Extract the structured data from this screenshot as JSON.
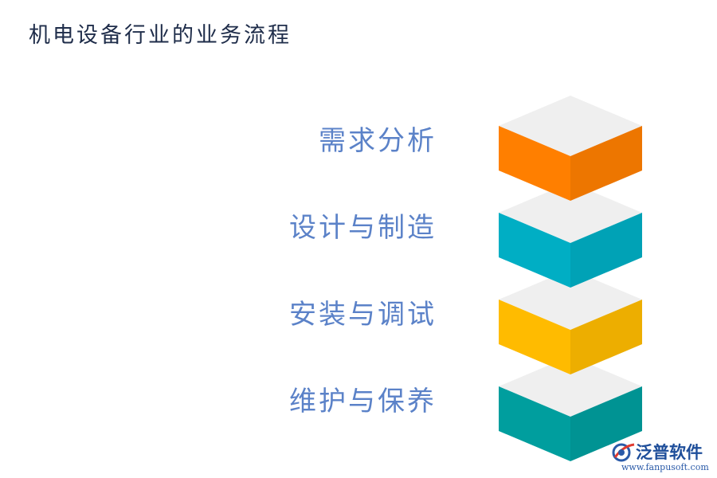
{
  "title": "机电设备行业的业务流程",
  "steps": [
    {
      "label": "需求分析",
      "color": "#ff7f00"
    },
    {
      "label": "设计与制造",
      "color": "#00aec4"
    },
    {
      "label": "安装与调试",
      "color": "#ffbb00"
    },
    {
      "label": "维护与保养",
      "color": "#009e9e"
    }
  ],
  "cube_top_color": "#efefef",
  "logo": {
    "name": "泛普软件",
    "url": "www.fanpusoft.com"
  }
}
